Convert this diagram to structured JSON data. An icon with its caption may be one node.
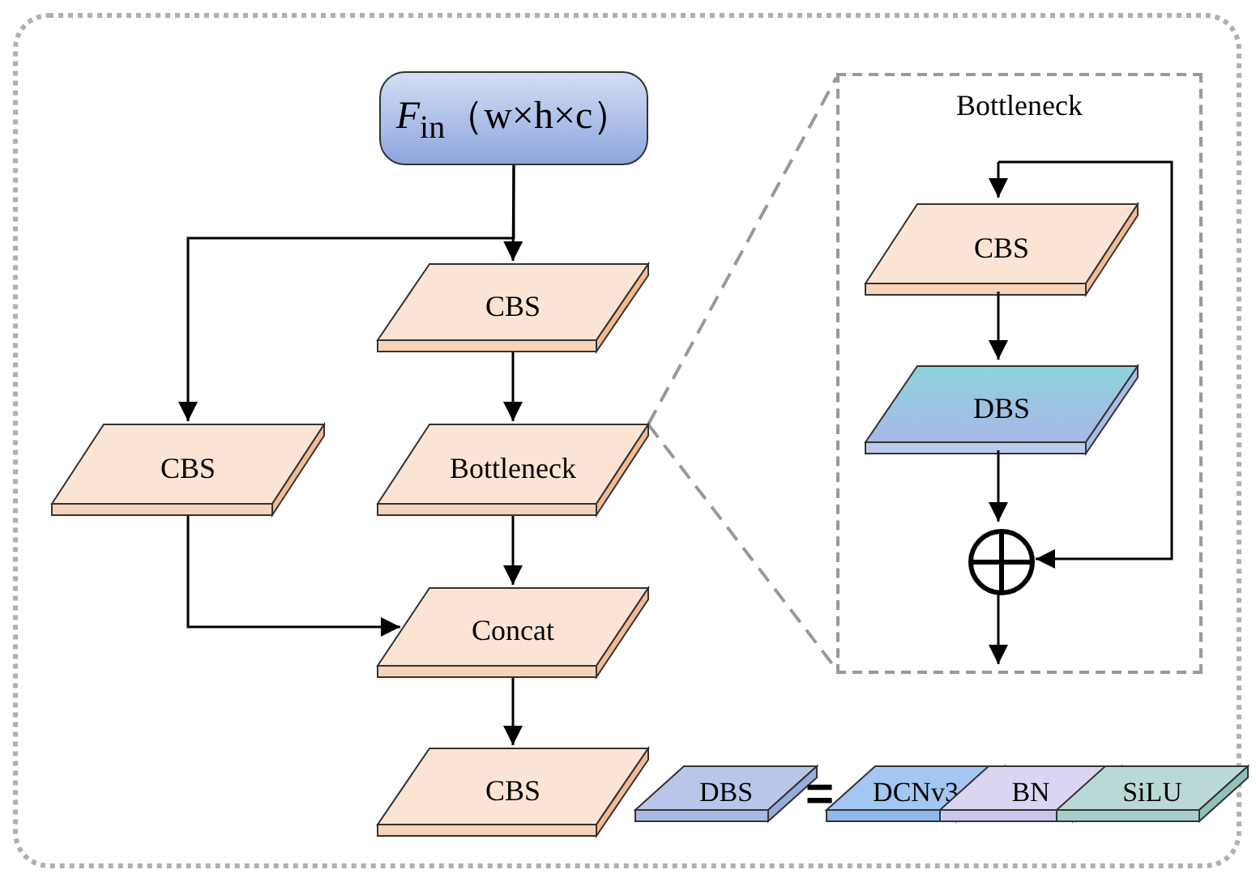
{
  "diagram": {
    "nodes": [
      {
        "text": [
          "*F*$_{in}$（w×h×c）"
        ]
      },
      {
        "text": [
          "CBS"
        ]
      },
      {
        "text": [
          "CBS"
        ]
      },
      {
        "text": [
          "Bottleneck"
        ]
      },
      {
        "text": [
          "Concat"
        ]
      },
      {
        "text": [
          "CBS"
        ]
      },
      {
        "text": [
          "Bottleneck"
        ]
      },
      {
        "text": [
          "CBS"
        ],
        "in": 6
      },
      {
        "text": [
          "DBS"
        ],
        "in": 6
      },
      {
        "text": [],
        "shape": "circle",
        "in": 6
      },
      {
        "text": [
          "DBS"
        ]
      },
      {
        "text": [
          "DCNv3"
        ]
      },
      {
        "text": [
          "BN"
        ]
      },
      {
        "text": [
          "SiLU"
        ]
      }
    ],
    "edges": [
      {
        "from": 0,
        "to": 1,
        "arrow": "to"
      },
      {
        "from": 0,
        "to": 2,
        "arrow": "to"
      },
      {
        "from": 1,
        "to": 3,
        "arrow": "to"
      },
      {
        "from": 3,
        "to": 4,
        "arrow": "to"
      },
      {
        "from": 2,
        "to": 4,
        "arrow": "to"
      },
      {
        "from": 4,
        "to": 5,
        "arrow": "to"
      },
      {
        "from": 3,
        "to": 6,
        "arrow": "none",
        "style": "dashed",
        "color": "#999999"
      },
      {
        "from": null,
        "to": 7,
        "arrow": "to"
      },
      {
        "from": null,
        "to": 9,
        "arrow": "to"
      },
      {
        "from": 7,
        "to": 8,
        "arrow": "to"
      },
      {
        "from": 8,
        "to": 9,
        "arrow": "to"
      },
      {
        "from": 9,
        "to": null,
        "arrow": "to"
      }
    ],
    "labels": [
      "="
    ]
  }
}
